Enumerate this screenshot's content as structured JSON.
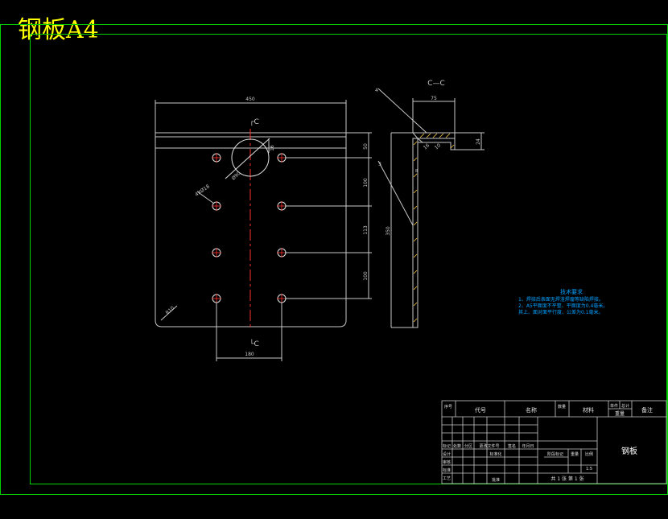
{
  "sheet_title": "钢板A4",
  "section_label": "C—C",
  "section_marker_top": "┌C",
  "section_marker_bottom": "└C",
  "dims": {
    "overall_width": "450",
    "hole_pitch_bottom": "180",
    "thickness_top": "16",
    "hole_dia_big": "Ø90",
    "hole_dia_small": "4XØ18",
    "corner_radius": "R10",
    "vert_1": "50",
    "vert_2": "100",
    "vert_3": "113",
    "vert_4": "100",
    "side_height": "350",
    "side_width": "75",
    "side_flange": "24",
    "weld_1": "16",
    "weld_2": "10",
    "side_1": "8"
  },
  "leader_numbers": [
    "4",
    "3"
  ],
  "tech_requirements": {
    "heading": "技术要求",
    "lines": [
      "1、焊接后表面无焊渣焊瘤等缺陷焊接。",
      "2、A5平面度不平整、平面度为0.4毫米。",
      "   其上、面对面平行度、公差为0.1毫米。"
    ]
  },
  "title_block": {
    "bom_headers": [
      "序号",
      "代号",
      "名称",
      "数量",
      "材料",
      "单件",
      "总计",
      "重量",
      "备注"
    ],
    "change_headers": [
      "标记",
      "处数",
      "分区",
      "更改文件号",
      "签名",
      "年月日"
    ],
    "rows_left": [
      "设计",
      "审核",
      "标准",
      "工艺"
    ],
    "standardize": "标准化",
    "approve": "批准",
    "stage_headers": [
      "阶段标记",
      "重量",
      "比例"
    ],
    "scale": "1:5",
    "sheet_info": "共 1 张    第 1 张",
    "part_name": "钢板"
  }
}
